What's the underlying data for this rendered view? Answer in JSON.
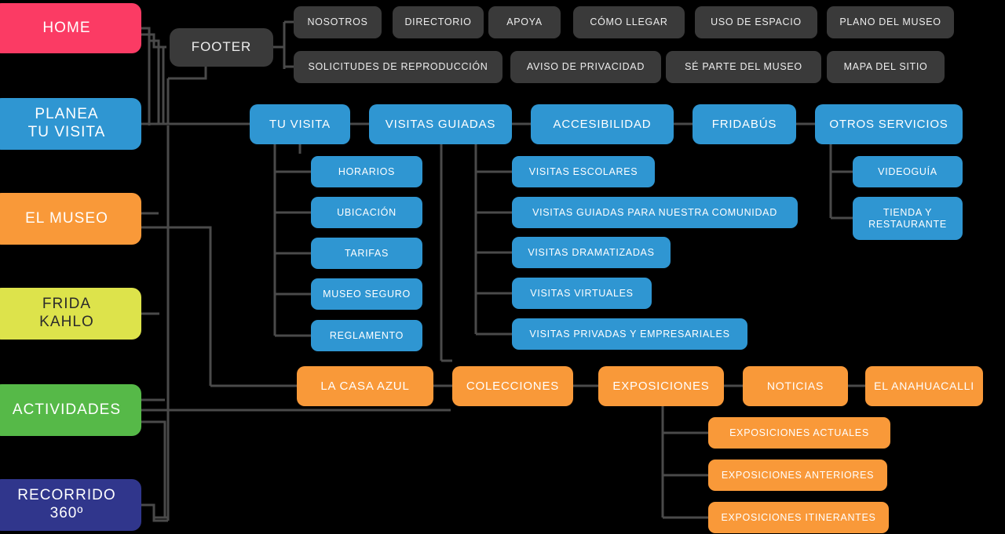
{
  "diagram": {
    "title": "Sitemap - Museo Frida Kahlo",
    "background": "#000000",
    "wire_color": "#4a4a4a",
    "palette": {
      "pink": "#fb3b64",
      "blue": "#2f96d2",
      "orange": "#f99939",
      "yellow": "#dde34b",
      "green": "#56b948",
      "navy": "#30368c",
      "dark": "#3a3a3a"
    }
  },
  "nodes": {
    "home": "HOME",
    "footer": "FOOTER",
    "footer_links": [
      "NOSOTROS",
      "DIRECTORIO",
      "APOYA",
      "CÓMO LLEGAR",
      "USO DE ESPACIO",
      "PLANO DEL MUSEO",
      "SOLICITUDES DE REPRODUCCIÓN",
      "AVISO DE PRIVACIDAD",
      "SÉ PARTE DEL MUSEO",
      "MAPA DEL SITIO"
    ],
    "planea_tu_visita": "PLANEA\nTU VISITA",
    "planea_line1": "PLANEA",
    "planea_line2": "TU VISITA",
    "el_museo": "EL MUSEO",
    "frida_line1": "FRIDA",
    "frida_line2": "KAHLO",
    "actividades": "ACTIVIDADES",
    "recorrido_line1": "RECORRIDO",
    "recorrido_line2": "360º",
    "tu_visita": "TU VISITA",
    "visitas_guiadas": "VISITAS GUIADAS",
    "accesibilidad": "ACCESIBILIDAD",
    "fridabus": "FRIDABÚS",
    "otros_servicios": "OTROS SERVICIOS",
    "tu_visita_children": [
      "HORARIOS",
      "UBICACIÓN",
      "TARIFAS",
      "MUSEO SEGURO",
      "REGLAMENTO"
    ],
    "visitas_guiadas_children": [
      "VISITAS ESCOLARES",
      "VISITAS GUIADAS PARA NUESTRA COMUNIDAD",
      "VISITAS DRAMATIZADAS",
      "VISITAS VIRTUALES",
      "VISITAS PRIVADAS Y EMPRESARIALES"
    ],
    "otros_servicios_children": [
      "VIDEOGUÍA",
      "TIENDA Y\nRESTAURANTE"
    ],
    "videoguia": "VIDEOGUÍA",
    "tienda_line1": "TIENDA Y",
    "tienda_line2": "RESTAURANTE",
    "la_casa_azul": "LA CASA AZUL",
    "colecciones": "COLECCIONES",
    "exposiciones": "EXPOSICIONES",
    "noticias": "NOTICIAS",
    "el_anahuacalli": "EL ANAHUACALLI",
    "exposiciones_children": [
      "EXPOSICIONES ACTUALES",
      "EXPOSICIONES ANTERIORES",
      "EXPOSICIONES ITINERANTES"
    ]
  }
}
